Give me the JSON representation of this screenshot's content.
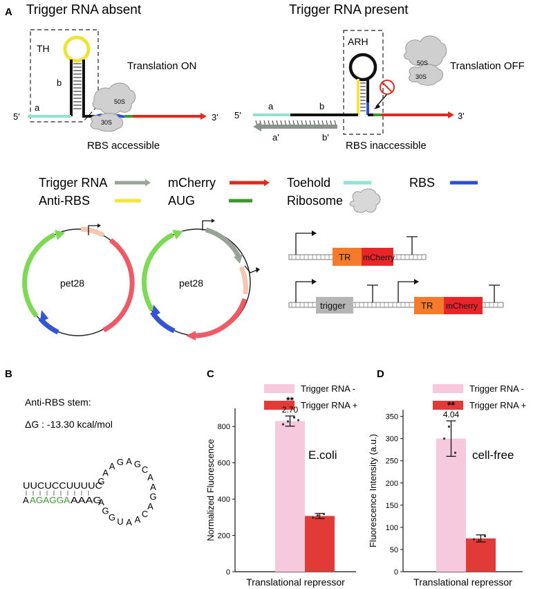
{
  "panel_labels": {
    "a": "A",
    "b": "B",
    "c": "C",
    "d": "D"
  },
  "panel_a": {
    "left": {
      "title": "Trigger RNA absent",
      "box_label": "TH",
      "stem_label": "b",
      "toehold_label": "a",
      "end5": "5'",
      "end3": "3'",
      "ribosome_large": "50S",
      "ribosome_small": "30S",
      "state": "Translation ON",
      "caption": "RBS accessible"
    },
    "right": {
      "title": "Trigger RNA present",
      "box_label": "ARH",
      "label_a": "a",
      "label_b": "b",
      "label_a_prime": "a'",
      "label_b_prime": "b'",
      "end5": "5'",
      "end3": "3'",
      "ribosome_large": "50S",
      "ribosome_small": "30S",
      "state": "Translation OFF",
      "caption": "RBS inaccessible"
    }
  },
  "legend": {
    "items": [
      {
        "label": "Trigger RNA",
        "color": "#9aa39a"
      },
      {
        "label": "mCherry",
        "color": "#e02a1f"
      },
      {
        "label": "Toehold",
        "color": "#8fe3d0"
      },
      {
        "label": "RBS",
        "color": "#2a4fd1"
      },
      {
        "label": "Anti-RBS",
        "color": "#f4e53a"
      },
      {
        "label": "AUG",
        "color": "#3a9a2e"
      },
      {
        "label": "Ribosome",
        "color": "#d8d8d8"
      }
    ]
  },
  "plasmids": [
    {
      "label": "pet28"
    },
    {
      "label": "pet28"
    }
  ],
  "constructs": {
    "top": [
      "TR",
      "mCherry"
    ],
    "bottom": [
      "trigger",
      "TR",
      "mCherry"
    ]
  },
  "panel_b": {
    "title": "Anti-RBS stem:",
    "delta_g": "ΔG : -13.30 kcal/mol",
    "top_strand": "UUCUCCUUUUC",
    "bottom_strand_prefix": "A",
    "bottom_strand_rbs": "AGAGGA",
    "bottom_strand_suffix": "AAAG",
    "loop_letters": [
      "G",
      "A",
      "A",
      "G",
      "A",
      "G",
      "C",
      "A",
      "A",
      "G",
      "A",
      "C",
      "A",
      "A",
      "U",
      "G",
      "G",
      "A"
    ]
  },
  "chart_data": [
    {
      "type": "bar",
      "categories": [
        "Translational repressor"
      ],
      "series": [
        {
          "name": "Trigger RNA -",
          "values": [
            830
          ],
          "error": [
            28
          ],
          "points": [
            812,
            828,
            850,
            835
          ],
          "color": "#f6c9dc"
        },
        {
          "name": "Trigger RNA +",
          "values": [
            307
          ],
          "error": [
            14
          ],
          "points": [
            298,
            310,
            318
          ],
          "color": "#e23a36"
        }
      ],
      "ylabel": "Normalized Fluorescence",
      "xlabel": "Translational repressor",
      "ylim": [
        0,
        900
      ],
      "yticks": [
        0,
        200,
        400,
        600,
        800
      ],
      "annotation_sig": "**",
      "annotation_fold": "2.70",
      "annotation_text": "E.coli",
      "legend_position": "top"
    },
    {
      "type": "bar",
      "categories": [
        "Translational repressor"
      ],
      "series": [
        {
          "name": "Trigger RNA -",
          "values": [
            300
          ],
          "error": [
            40
          ],
          "points": [
            300,
            327,
            268
          ],
          "color": "#f6c9dc"
        },
        {
          "name": "Trigger RNA +",
          "values": [
            75
          ],
          "error": [
            8
          ],
          "points": [
            73,
            71,
            80
          ],
          "color": "#e23a36"
        }
      ],
      "ylabel": "Fluorescence Intensity (a.u.)",
      "xlabel": "Translational repressor",
      "ylim": [
        0,
        365
      ],
      "yticks": [
        0,
        50,
        100,
        150,
        200,
        250,
        300,
        350
      ],
      "annotation_sig": "**",
      "annotation_fold": "4.04",
      "annotation_text": "cell-free",
      "legend_position": "top"
    }
  ]
}
